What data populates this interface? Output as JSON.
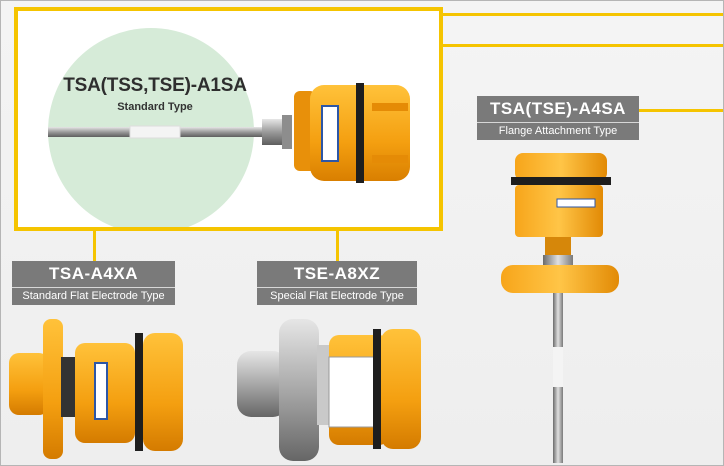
{
  "featured": {
    "model": "TSA(TSS,TSE)-A1SA",
    "type": "Standard Type"
  },
  "products": [
    {
      "model": "TSA(TSE)-A4SA",
      "type": "Flange Attachment Type"
    },
    {
      "model": "TSA-A4XA",
      "type": "Standard Flat Electrode Type"
    },
    {
      "model": "TSE-A8XZ",
      "type": "Special Flat Electrode Type"
    }
  ],
  "colors": {
    "accent": "#f5c400",
    "housing": "#f49f10",
    "label_bg": "#7a7a7a",
    "circle": "#d6ebd8"
  }
}
